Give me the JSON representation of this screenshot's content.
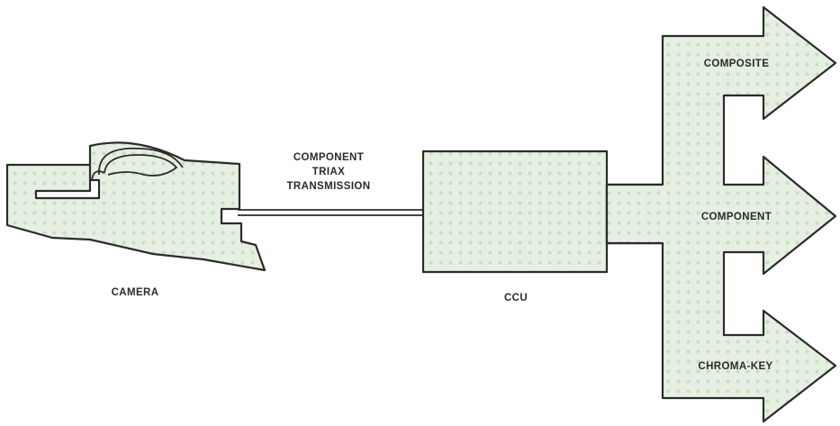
{
  "labels": {
    "camera": "CAMERA",
    "transmission_line1": "COMPONENT",
    "transmission_line2": "TRIAX",
    "transmission_line3": "TRANSMISSION",
    "ccu": "CCU",
    "output_composite": "COMPOSITE",
    "output_component": "COMPONENT",
    "output_chroma_key": "CHROMA-KEY"
  },
  "colors": {
    "fill": "#e6f0e2",
    "dot": "#c9dcc4",
    "outline": "#2b2b2b"
  }
}
